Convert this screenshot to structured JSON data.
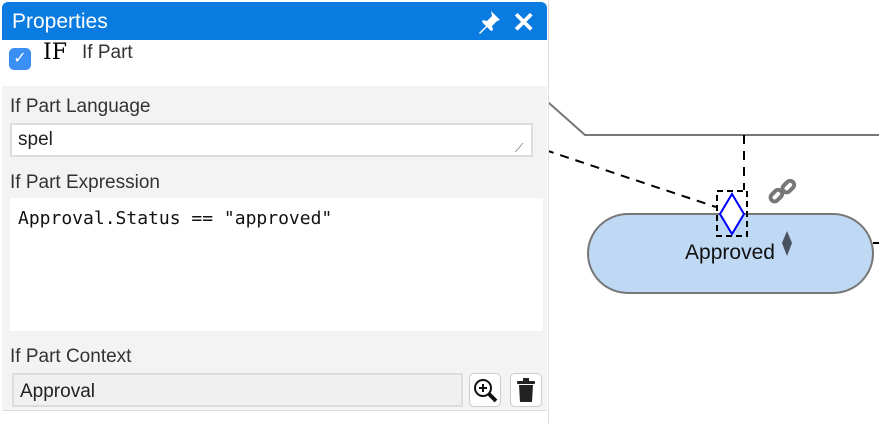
{
  "panel": {
    "title": "Properties",
    "if_logo": "IF",
    "if_part_label": "If Part",
    "if_part_checked": true,
    "language_label": "If Part Language",
    "language_value": "spel",
    "expression_label": "If Part Expression",
    "expression_value": "Approval.Status == \"approved\"",
    "context_label": "If Part Context",
    "context_value": "Approval"
  },
  "diagram": {
    "node_label": "Approved"
  },
  "colors": {
    "header": "#0a7be0",
    "node_fill": "#bfd8f3",
    "diamond": "#0000ff"
  }
}
